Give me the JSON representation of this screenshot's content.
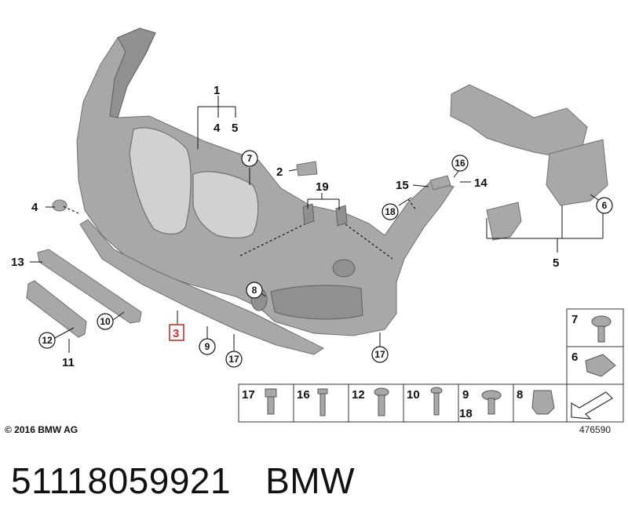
{
  "callouts": {
    "c1": "1",
    "c2": "2",
    "c3": "3",
    "c4a": "4",
    "c4b": "4",
    "c5a": "5",
    "c5b": "5",
    "c6": "6",
    "c7": "7",
    "c8": "8",
    "c9": "9",
    "c10": "10",
    "c11": "11",
    "c12": "12",
    "c13": "13",
    "c14": "14",
    "c15": "15",
    "c16": "16",
    "c17a": "17",
    "c17b": "17",
    "c18": "18",
    "c19": "19"
  },
  "hardware": {
    "h17": "17",
    "h16": "16",
    "h12": "12",
    "h10": "10",
    "h9": "9",
    "h18": "18",
    "h8": "8",
    "h7": "7",
    "h6": "6"
  },
  "copyright": "© 2016 BMW AG",
  "image_number": "476590",
  "footer": {
    "part_number": "51118059921",
    "brand": "BMW"
  },
  "colors": {
    "part_fill": "#a6a8aa",
    "highlight": "#d32f2f"
  }
}
